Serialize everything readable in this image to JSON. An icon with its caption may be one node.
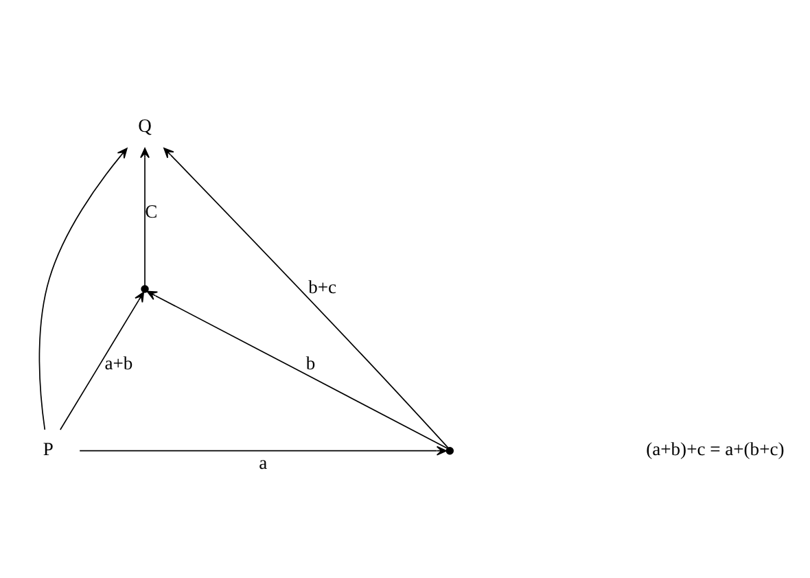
{
  "diagram": {
    "nodes": [
      {
        "text": [
          "Q"
        ]
      },
      {
        "text": [],
        "shape": "point"
      },
      {
        "text": [
          "P"
        ]
      },
      {
        "text": [],
        "shape": "point"
      }
    ],
    "edges": [
      {
        "from": 2,
        "to": 3,
        "arrow": "to",
        "label": "a"
      },
      {
        "from": 3,
        "to": 1,
        "arrow": "to",
        "label": "b"
      },
      {
        "from": 1,
        "to": 0,
        "arrow": "to",
        "label": "C"
      },
      {
        "from": 2,
        "to": 0,
        "arrow": "to"
      },
      {
        "from": 2,
        "to": 1,
        "arrow": "to",
        "label": "a+b"
      },
      {
        "from": 3,
        "to": 0,
        "arrow": "to",
        "label": "b+c"
      }
    ],
    "labels": [
      "(a+b)+c = a+(b+c)"
    ]
  }
}
